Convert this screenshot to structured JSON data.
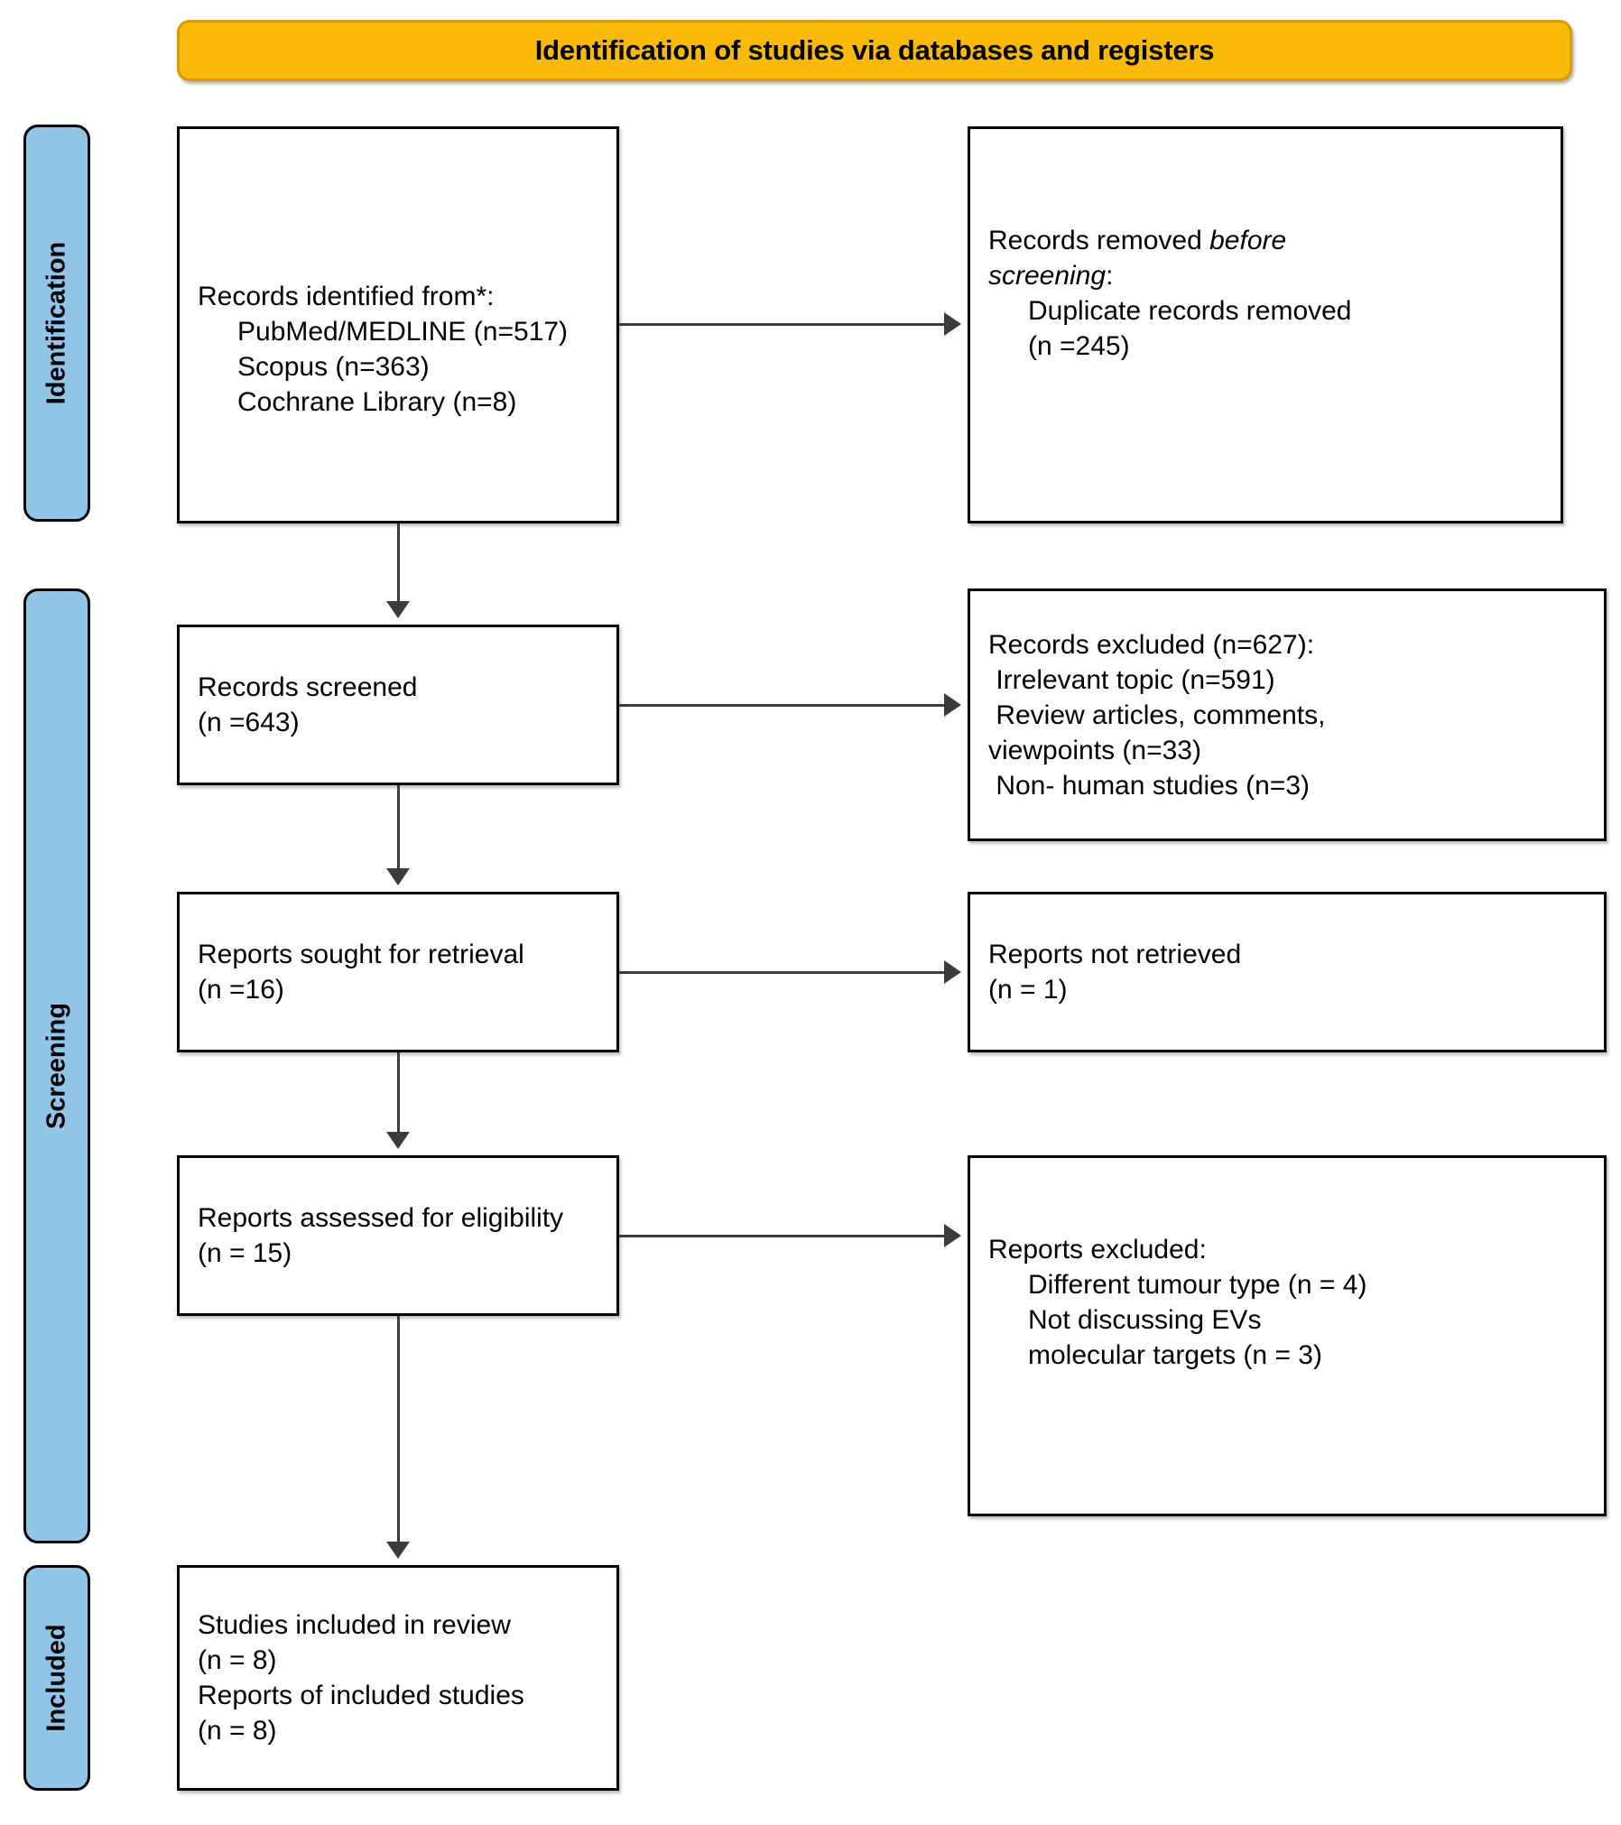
{
  "header": {
    "title": "Identification of studies via databases and registers"
  },
  "stages": [
    {
      "id": "identification",
      "label": "Identification"
    },
    {
      "id": "screening",
      "label": "Screening"
    },
    {
      "id": "included",
      "label": "Included"
    }
  ],
  "boxes": {
    "identified": {
      "lines": [
        "Records identified from*:",
        "PubMed/MEDLINE (n=517)",
        "Scopus (n=363)",
        "Cochrane Library (n=8)"
      ]
    },
    "removed": {
      "line1_pre": "Records removed ",
      "line1_ital": "before",
      "line2_ital": "screening",
      "line2_post": ":",
      "line3": "Duplicate records removed",
      "line4": "(n =245)"
    },
    "screened": {
      "lines": [
        "Records screened",
        "(n =643)"
      ]
    },
    "records_excluded": {
      "lines": [
        "Records excluded (n=627):",
        " Irrelevant topic (n=591)",
        " Review articles, comments,",
        "viewpoints (n=33)",
        " Non- human studies (n=3)"
      ]
    },
    "sought": {
      "lines": [
        "Reports sought for retrieval",
        "(n =16)"
      ]
    },
    "not_retrieved": {
      "lines": [
        "Reports not retrieved",
        "(n = 1)"
      ]
    },
    "assessed": {
      "lines": [
        "Reports assessed for eligibility",
        "(n = 15)"
      ]
    },
    "reports_excluded": {
      "lines": [
        "Reports excluded:",
        "Different tumour type (n = 4)",
        "Not discussing EVs",
        "molecular targets (n = 3)"
      ]
    },
    "included": {
      "lines": [
        "Studies included in review",
        "(n = 8)",
        "Reports of included studies",
        "(n = 8)"
      ]
    }
  },
  "colors": {
    "header_fill": "#FBBA09",
    "header_border": "#D99A04",
    "stage_fill": "#92C6E8",
    "box_border": "#000000",
    "connector": "#3b3b3b"
  }
}
